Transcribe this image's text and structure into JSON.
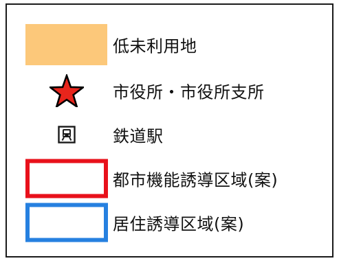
{
  "legend": {
    "items": [
      {
        "label": "低未利用地",
        "symbol": "filled-rectangle",
        "color": "#fcc87a"
      },
      {
        "label": "市役所・市役所支所",
        "symbol": "star-icon",
        "color": "#e8251c"
      },
      {
        "label": "鉄道駅",
        "symbol": "train-station-icon",
        "color": "#1a1a1a"
      },
      {
        "label": "都市機能誘導区域(案)",
        "symbol": "outline-rectangle",
        "color": "#e8111b"
      },
      {
        "label": "居住誘導区域(案)",
        "symbol": "outline-rectangle",
        "color": "#2680e0"
      }
    ]
  }
}
